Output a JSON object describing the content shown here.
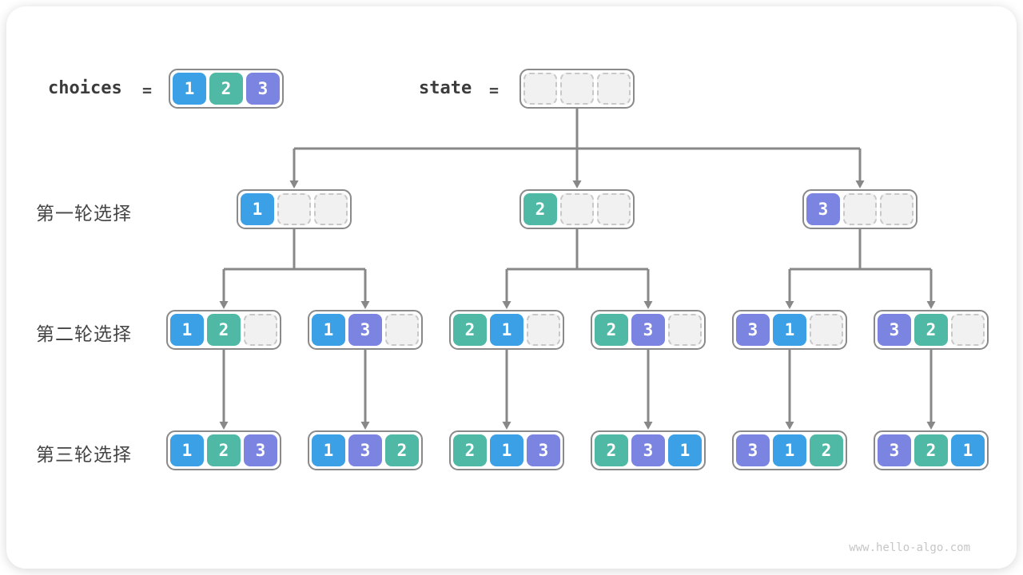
{
  "colors": {
    "cell_1": "#3BA0E6",
    "cell_2": "#4FB9A6",
    "cell_3": "#7B84E1",
    "connector": "#888888",
    "node_border": "#8a8a8a",
    "empty_cell_bg": "#f1f1f1",
    "empty_cell_border": "#c8c8c8",
    "label_text": "#454545",
    "watermark_text": "#c6c6c6"
  },
  "header": {
    "choices_label": "choices",
    "equals_sign": "=",
    "choices_cells": [
      "1",
      "2",
      "3"
    ],
    "state_label": "state",
    "state_cells": [
      "",
      "",
      ""
    ]
  },
  "rows": [
    {
      "label": "第一轮选择",
      "nodes": [
        [
          "1",
          "",
          ""
        ],
        [
          "2",
          "",
          ""
        ],
        [
          "3",
          "",
          ""
        ]
      ]
    },
    {
      "label": "第二轮选择",
      "nodes": [
        [
          "1",
          "2",
          ""
        ],
        [
          "1",
          "3",
          ""
        ],
        [
          "2",
          "1",
          ""
        ],
        [
          "2",
          "3",
          ""
        ],
        [
          "3",
          "1",
          ""
        ],
        [
          "3",
          "2",
          ""
        ]
      ]
    },
    {
      "label": "第三轮选择",
      "nodes": [
        [
          "1",
          "2",
          "3"
        ],
        [
          "1",
          "3",
          "2"
        ],
        [
          "2",
          "1",
          "3"
        ],
        [
          "2",
          "3",
          "1"
        ],
        [
          "3",
          "1",
          "2"
        ],
        [
          "3",
          "2",
          "1"
        ]
      ]
    }
  ],
  "footer": {
    "watermark": "www.hello-algo.com"
  }
}
